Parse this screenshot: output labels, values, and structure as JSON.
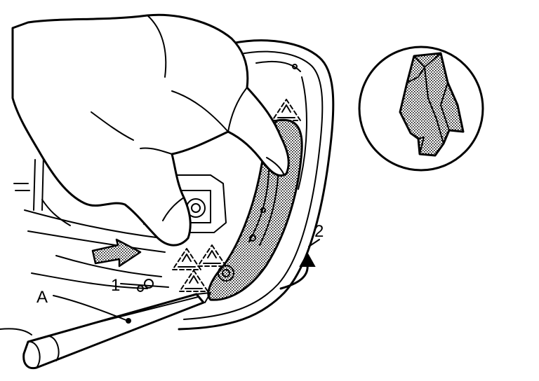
{
  "labels": {
    "callout_a": "A",
    "step_1": "1",
    "step_2": "2"
  },
  "colors": {
    "line": "#000000",
    "background": "#ffffff",
    "stipple": "#8a8a8a"
  }
}
